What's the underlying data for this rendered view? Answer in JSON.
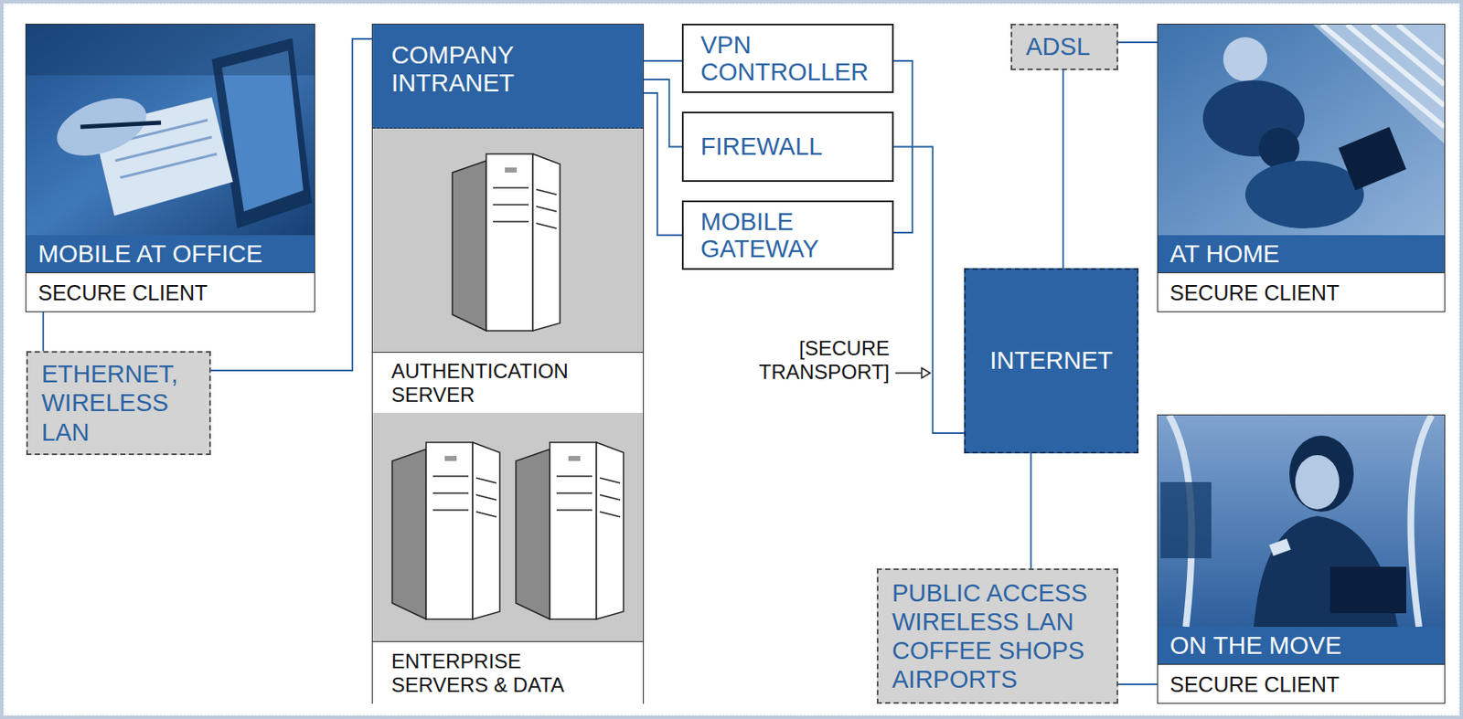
{
  "diagram": {
    "nodes": [
      {
        "text": [
          "MOBILE AT OFFICE",
          "SECURE CLIENT"
        ]
      },
      {
        "text": [
          "ETHERNET, WIRELESS LAN"
        ]
      },
      {
        "text": [
          "COMPANY INTRANET"
        ]
      },
      {
        "text": [
          "AUTHENTICATION SERVER"
        ],
        "in": 2
      },
      {
        "text": [
          "ENTERPRISE SERVERS & DATA"
        ],
        "in": 2
      },
      {
        "text": [
          "VPN CONTROLLER"
        ]
      },
      {
        "text": [
          "FIREWALL"
        ]
      },
      {
        "text": [
          "MOBILE GATEWAY"
        ]
      },
      {
        "text": [
          "ADSL"
        ]
      },
      {
        "text": [
          "INTERNET"
        ]
      },
      {
        "text": [
          "AT HOME",
          "SECURE CLIENT"
        ]
      },
      {
        "text": [
          "PUBLIC ACCESS WIRELESS LAN COFFEE SHOPS AIRPORTS"
        ]
      },
      {
        "text": [
          "ON THE MOVE",
          "SECURE CLIENT"
        ]
      }
    ],
    "edges": [
      {
        "from": 0,
        "to": 1,
        "arrow": "none"
      },
      {
        "from": 1,
        "to": 2,
        "arrow": "none"
      },
      {
        "from": 2,
        "to": 5,
        "arrow": "none"
      },
      {
        "from": 2,
        "to": 6,
        "arrow": "none"
      },
      {
        "from": 2,
        "to": 7,
        "arrow": "none"
      },
      {
        "from": 5,
        "to": 7,
        "arrow": "none"
      },
      {
        "from": 6,
        "to": 9,
        "arrow": "none"
      },
      {
        "from": 8,
        "to": 10,
        "arrow": "none"
      },
      {
        "from": 8,
        "to": 9,
        "arrow": "none"
      },
      {
        "from": 9,
        "to": 11,
        "arrow": "none"
      },
      {
        "from": 11,
        "to": 12,
        "arrow": "none"
      }
    ],
    "labels": [
      "[SECURE TRANSPORT]"
    ]
  }
}
